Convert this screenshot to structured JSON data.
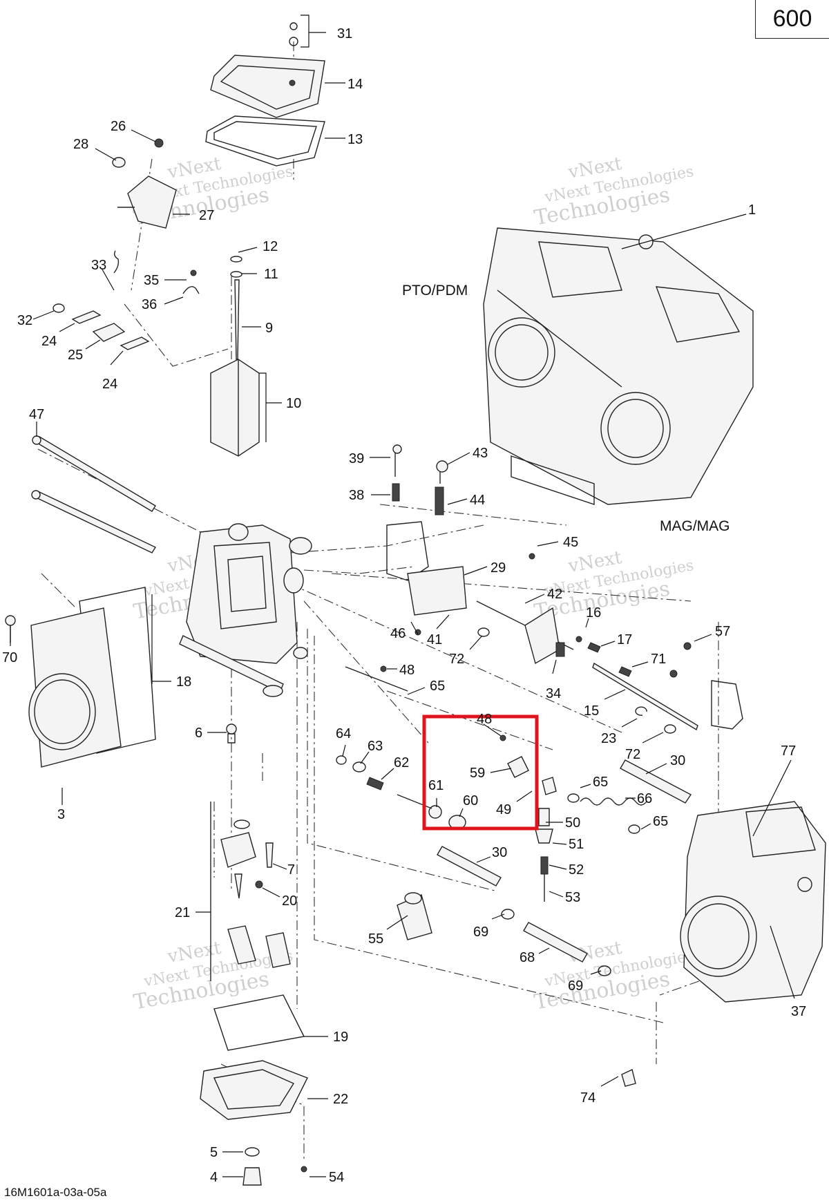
{
  "page_number": "600",
  "doc_code": "16M1601a-03a-05a",
  "labels": {
    "pto": "PTO/PDM",
    "mag": "MAG/MAG"
  },
  "watermark": {
    "line1": "vNext",
    "line2": "vNext Technologies",
    "line3": "Technologies"
  },
  "highlight_color": "#e0141c",
  "callouts": [
    "1",
    "3",
    "4",
    "5",
    "6",
    "7",
    "9",
    "10",
    "11",
    "12",
    "13",
    "14",
    "15",
    "16",
    "17",
    "18",
    "19",
    "20",
    "21",
    "22",
    "23",
    "24",
    "24",
    "25",
    "26",
    "27",
    "28",
    "29",
    "30",
    "30",
    "31",
    "32",
    "33",
    "34",
    "35",
    "36",
    "37",
    "38",
    "39",
    "41",
    "42",
    "43",
    "44",
    "45",
    "46",
    "47",
    "48",
    "48",
    "49",
    "50",
    "51",
    "52",
    "53",
    "54",
    "55",
    "57",
    "59",
    "60",
    "61",
    "62",
    "63",
    "64",
    "65",
    "65",
    "65",
    "66",
    "68",
    "69",
    "69",
    "70",
    "71",
    "72",
    "72",
    "74",
    "77"
  ]
}
